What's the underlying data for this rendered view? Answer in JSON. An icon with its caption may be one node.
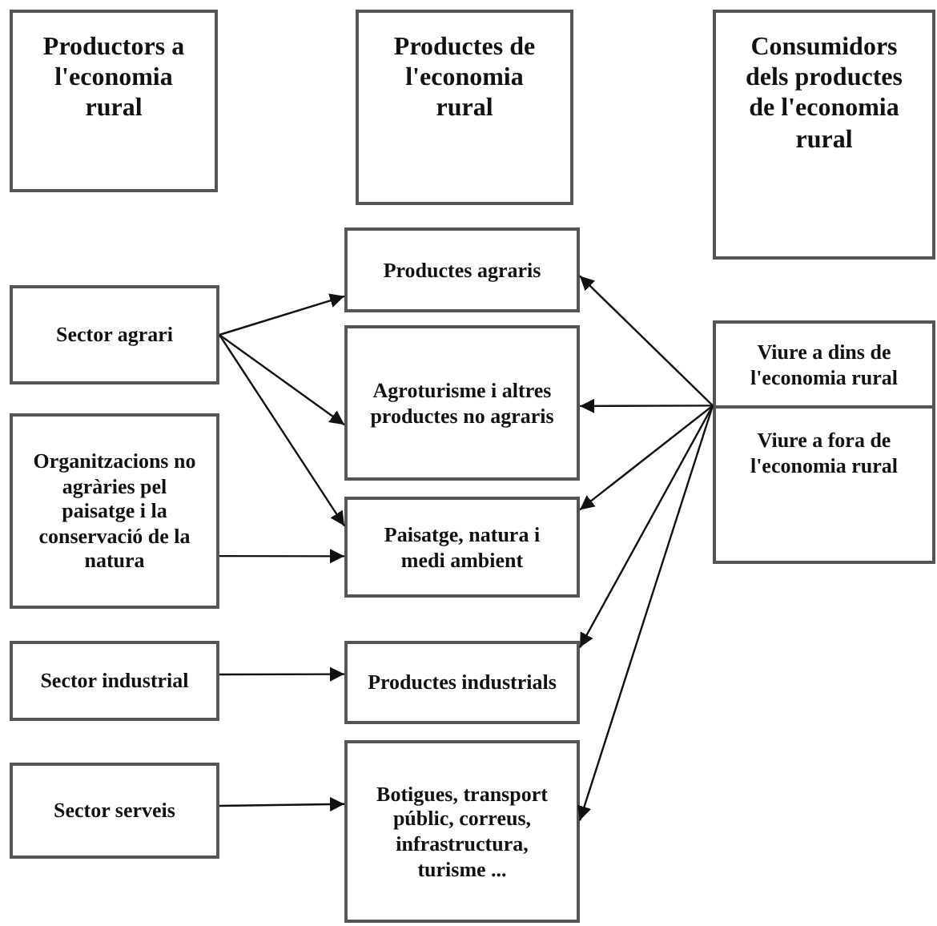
{
  "diagram": {
    "nodes": [
      {
        "text": [
          "Productors a l'economia rural"
        ]
      },
      {
        "text": [
          "Productes de l'economia rural"
        ]
      },
      {
        "text": [
          "Consumidors dels productes de l'economia rural"
        ]
      },
      {
        "text": [
          "Sector agrari"
        ]
      },
      {
        "text": [
          "Organitzacions no agràries pel paisatge i la conservació de la natura"
        ]
      },
      {
        "text": [
          "Sector industrial"
        ]
      },
      {
        "text": [
          "Sector serveis"
        ]
      },
      {
        "text": [
          "Productes agraris"
        ]
      },
      {
        "text": [
          "Agroturisme i altres productes no agraris"
        ]
      },
      {
        "text": [
          "Paisatge, natura i medi ambient"
        ]
      },
      {
        "text": [
          "Productes industrials"
        ]
      },
      {
        "text": [
          "Botigues, transport públic, correus, infrastructura, turisme ..."
        ]
      },
      {
        "text": [],
        "shape": "box"
      },
      {
        "text": [
          "Viure a dins de l'economia rural"
        ],
        "in": 12
      },
      {
        "text": [
          "Viure a fora de l'economia rural"
        ],
        "in": 12
      }
    ],
    "edges": [
      {
        "from": 3,
        "to": 7,
        "arrow": "to"
      },
      {
        "from": 3,
        "to": 8,
        "arrow": "to"
      },
      {
        "from": 3,
        "to": 9,
        "arrow": "to"
      },
      {
        "from": 4,
        "to": 9,
        "arrow": "to"
      },
      {
        "from": 5,
        "to": 10,
        "arrow": "to"
      },
      {
        "from": 6,
        "to": 11,
        "arrow": "to"
      },
      {
        "from": 12,
        "to": 7,
        "arrow": "to"
      },
      {
        "from": 12,
        "to": 8,
        "arrow": "to"
      },
      {
        "from": 12,
        "to": 9,
        "arrow": "to"
      },
      {
        "from": 12,
        "to": 10,
        "arrow": "to"
      },
      {
        "from": 12,
        "to": 11,
        "arrow": "to"
      }
    ]
  }
}
